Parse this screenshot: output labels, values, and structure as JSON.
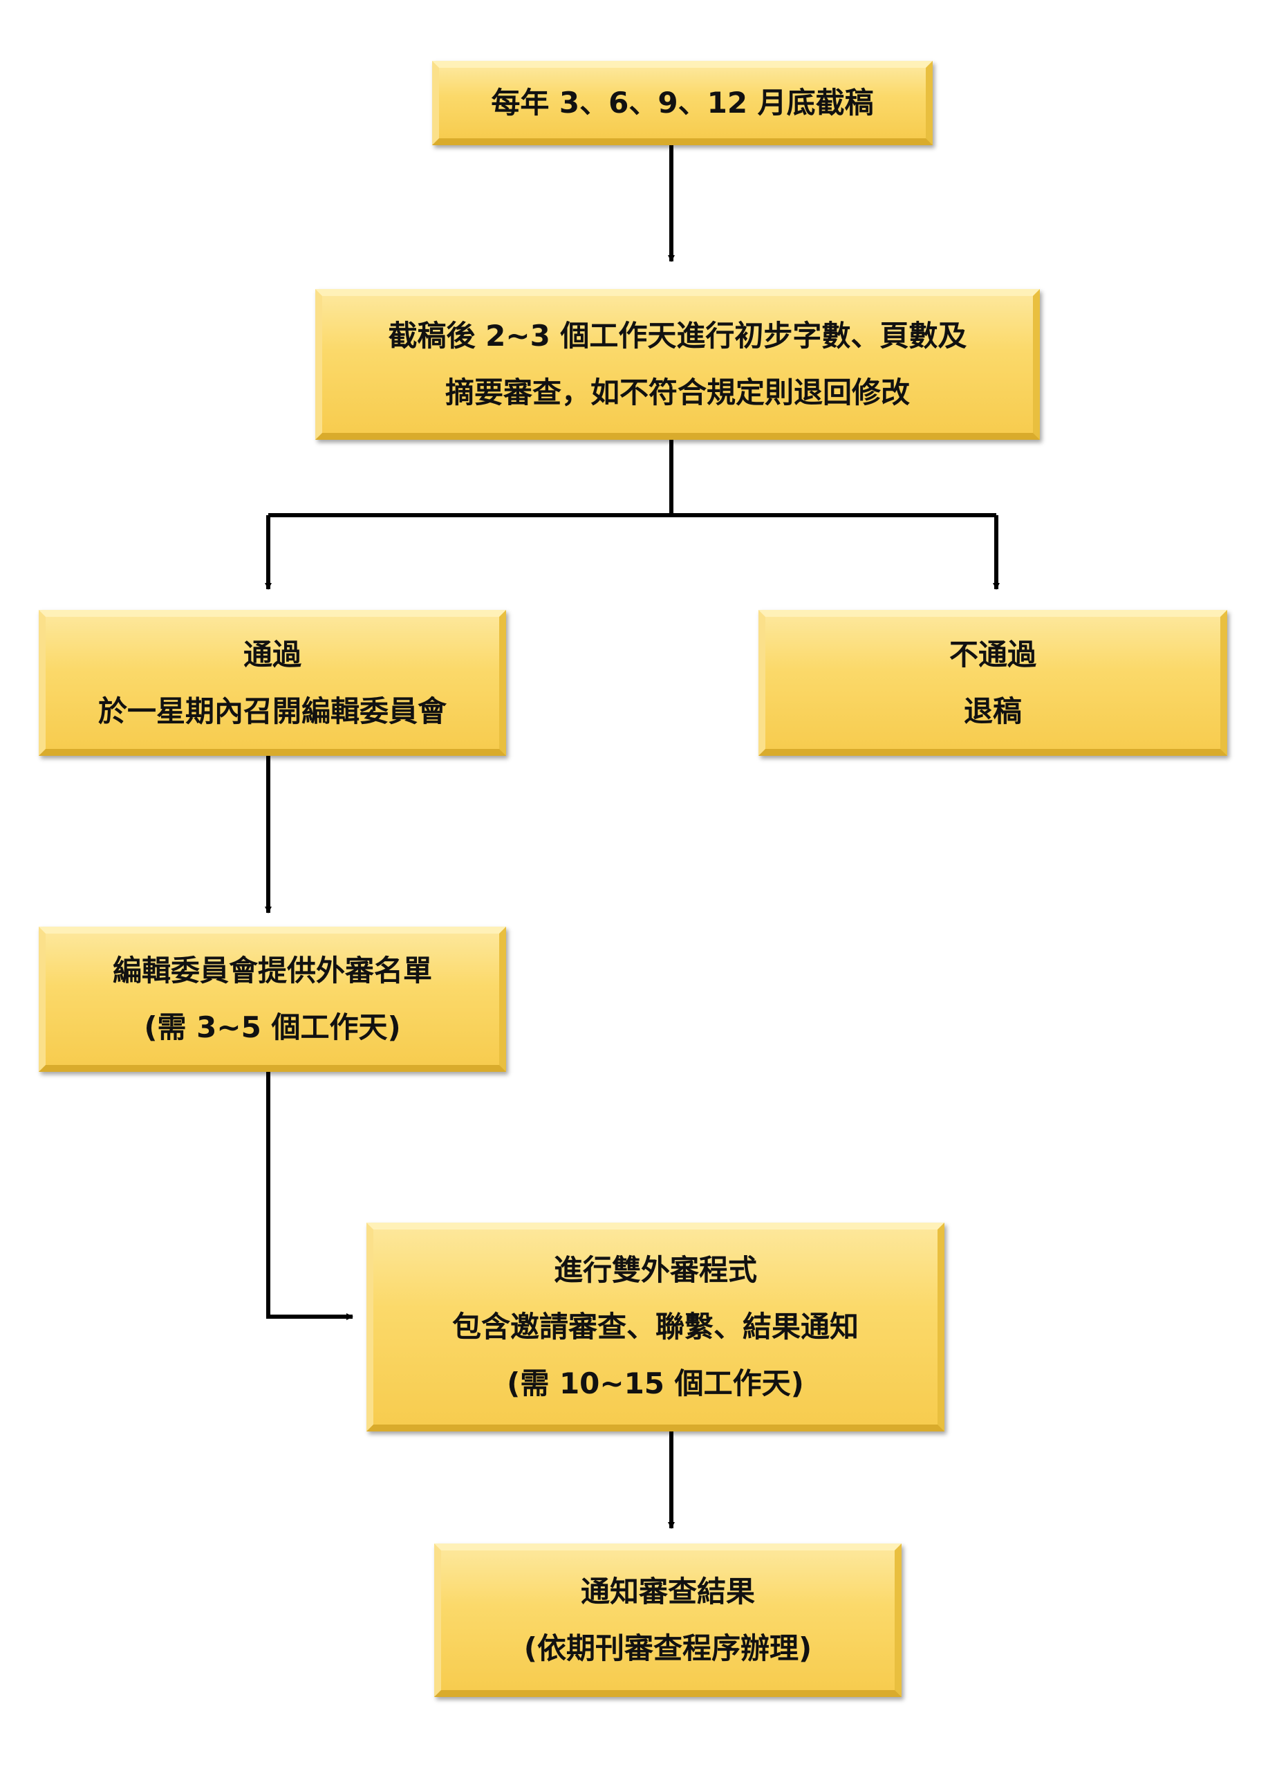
{
  "nodes": {
    "cutoff": {
      "lines": [
        "每年 3、6、9、12 月底截稿"
      ]
    },
    "initial_review": {
      "lines": [
        "截稿後 2~3 個工作天進行初步字數、頁數及",
        "摘要審查，如不符合規定則退回修改"
      ]
    },
    "pass": {
      "lines": [
        "通過",
        "於一星期內召開編輯委員會"
      ]
    },
    "fail": {
      "lines": [
        "不通過",
        "退稿"
      ]
    },
    "reviewer_list": {
      "lines": [
        "編輯委員會提供外審名單",
        "(需 3~5 個工作天)"
      ]
    },
    "double_review": {
      "lines": [
        "進行雙外審程式",
        "包含邀請審查、聯繫、結果通知",
        "(需 10~15 個工作天)"
      ]
    },
    "notify": {
      "lines": [
        "通知審查結果",
        "(依期刊審查程序辦理)"
      ]
    }
  },
  "colors": {
    "box_fill": "#fbd96a",
    "arrow": "#000000",
    "text": "#111111"
  }
}
